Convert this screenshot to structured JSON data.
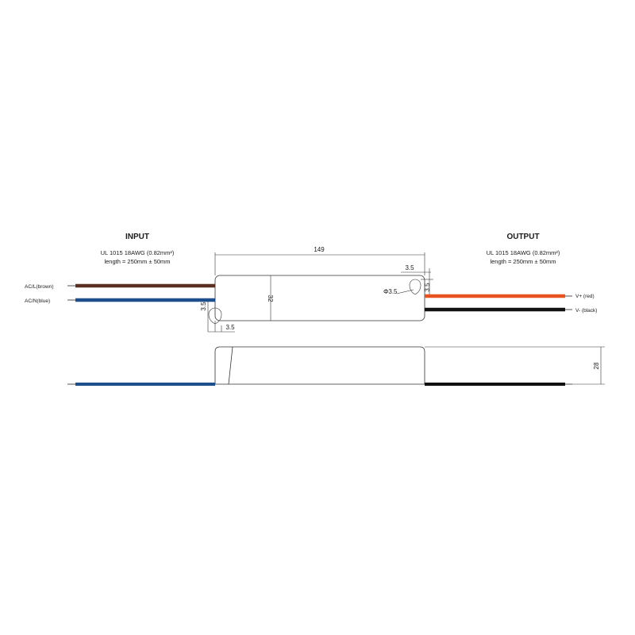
{
  "input": {
    "header": "INPUT",
    "spec_line1": "UL 1015 18AWG (0.82mm²)",
    "spec_line2": "length = 250mm ± 50mm",
    "wire_top_label": "AC/L(brown)",
    "wire_bottom_label": "AC/N(blue)"
  },
  "output": {
    "header": "OUTPUT",
    "spec_line1": "UL 1015 18AWG (0.82mm²)",
    "spec_line2": "length = 250mm ± 50mm",
    "wire_top_label": "V+ (red)",
    "wire_bottom_label": "V- (black)"
  },
  "dimensions": {
    "length": "149",
    "width": "32",
    "height": "28",
    "hole_diameter": "Φ3.5",
    "hole_offset_top_h": "3.5",
    "hole_offset_top_v": "3.5",
    "hole_offset_left_v": "3.5",
    "hole_offset_left_h": "3.5"
  },
  "colors": {
    "brown": "#5a3122",
    "blue": "#1f4e8c",
    "red": "#e8531f",
    "black": "#111111",
    "outline": "#333333"
  }
}
